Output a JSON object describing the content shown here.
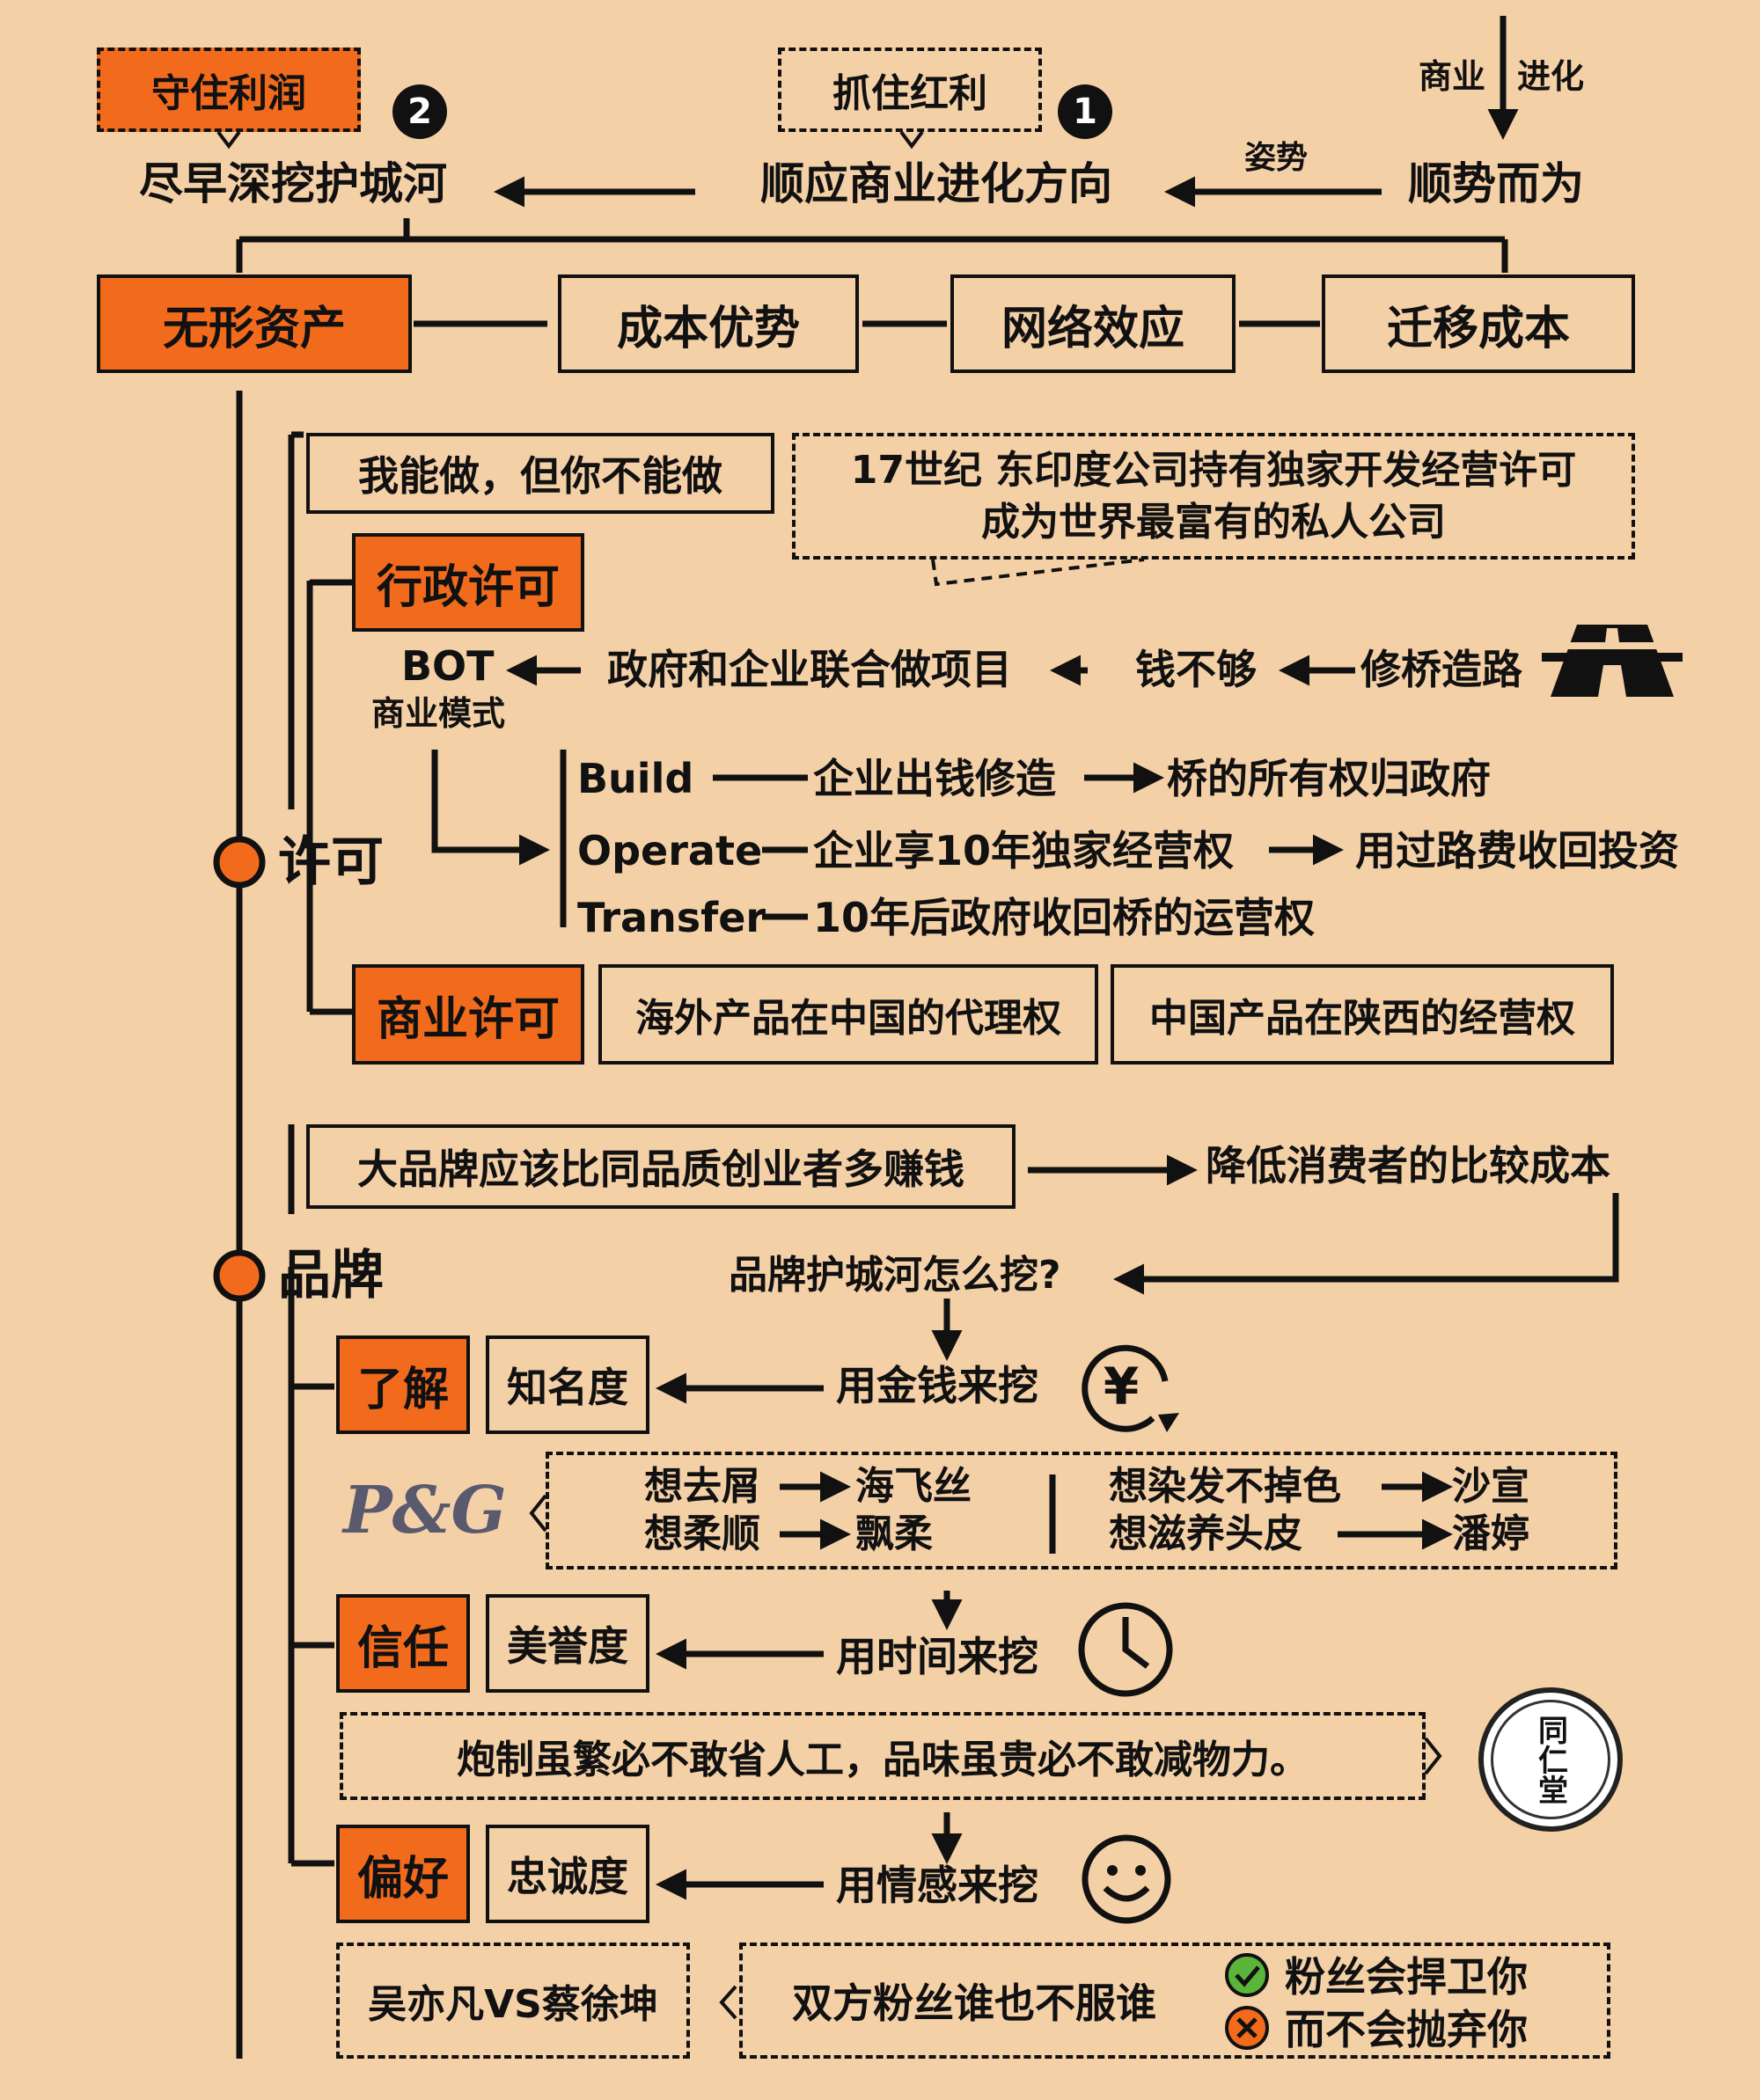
{
  "top": {
    "guard_profit": "守住利润",
    "badge_2": "2",
    "moat_early": "尽早深挖护城河",
    "seize_dividend": "抓住红利",
    "badge_1": "1",
    "follow_direction": "顺应商业进化方向",
    "posture": "姿势",
    "business": "商业",
    "evolution": "进化",
    "follow_trend": "顺势而为"
  },
  "categories": [
    "无形资产",
    "成本优势",
    "网络效应",
    "迁移成本"
  ],
  "license": {
    "title": "许可",
    "i_can": "我能做，但你不能做",
    "history_line1": "17世纪  东印度公司持有独家开发经营许可",
    "history_line2": "成为世界最富有的私人公司",
    "admin_license": "行政许可",
    "bot": "BOT",
    "bot_sub": "商业模式",
    "joint": "政府和企业联合做项目",
    "no_money": "钱不够",
    "build_bridge": "修桥造路",
    "rows": [
      {
        "k": "Build",
        "a": "企业出钱修造",
        "b": "桥的所有权归政府"
      },
      {
        "k": "Operate",
        "a": "企业享10年独家经营权",
        "b": "用过路费收回投资"
      },
      {
        "k": "Transfer",
        "a": "10年后政府收回桥的运营权",
        "b": ""
      }
    ],
    "commercial_license": "商业许可",
    "agency": "海外产品在中国的代理权",
    "operation": "中国产品在陕西的经营权"
  },
  "brand": {
    "title": "品牌",
    "big_brand": "大品牌应该比同品质创业者多赚钱",
    "reduce_cost": "降低消费者的比较成本",
    "how_dig": "品牌护城河怎么挖?",
    "understand": "了解",
    "awareness": "知名度",
    "money_dig": "用金钱来挖",
    "pg_logo": "P&G",
    "pg_1a": "想去屑",
    "pg_1b": "海飞丝",
    "pg_2a": "想柔顺",
    "pg_2b": "飘柔",
    "pg_3a": "想染发不掉色",
    "pg_3b": "沙宣",
    "pg_4a": "想滋养头皮",
    "pg_4b": "潘婷",
    "trust": "信任",
    "reputation": "美誉度",
    "time_dig": "用时间来挖",
    "tongrentang_quote": "炮制虽繁必不敢省人工，品味虽贵必不敢减物力。",
    "seal_text": "同仁堂",
    "preference": "偏好",
    "loyalty": "忠诚度",
    "emotion_dig": "用情感来挖",
    "idols": "吴亦凡VS蔡徐坤",
    "fans": "双方粉丝谁也不服谁",
    "fans_defend": "粉丝会捍卫你",
    "fans_not_abandon": "而不会抛弃你"
  },
  "colors": {
    "background": "#F4D0A7",
    "accent": "#F26B1D",
    "ink": "#111111",
    "check": "#5BB53A"
  }
}
